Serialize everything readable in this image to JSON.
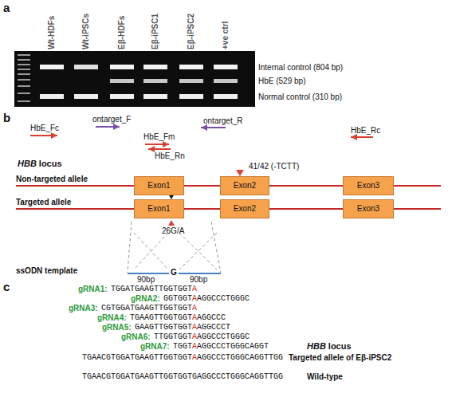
{
  "diagram": {
    "nodes": [
      {
        "text": [
          "Exon1"
        ]
      },
      {
        "text": [
          "Exon2"
        ]
      },
      {
        "text": [
          "Exon3"
        ]
      },
      {
        "text": [
          "Exon1"
        ]
      },
      {
        "text": [
          "Exon2"
        ]
      },
      {
        "text": [
          "Exon3"
        ]
      }
    ],
    "edges": [
      {
        "from": 0,
        "to": 1,
        "arrow": "none"
      },
      {
        "from": 1,
        "to": 2,
        "arrow": "none"
      },
      {
        "from": 3,
        "to": 4,
        "arrow": "none"
      },
      {
        "from": 4,
        "to": 5,
        "arrow": "none"
      }
    ],
    "labels": [
      "a",
      "Wt-HDFs",
      "Wt-iPSCs",
      "Eβ-HDFs",
      "Eβ-iPSC1",
      "Eβ-iPSC2",
      "+ve ctrl",
      "Internal control (804 bp)",
      "HbE (529 bp)",
      "Normal control (310 bp)",
      "b",
      "ontarget_F",
      "ontarget_R",
      "HbE_Fc",
      "HbE_Fm",
      "HbE_Rn",
      "HbE_Rc",
      "HBB",
      "locus",
      "41/42 (-TCTT)",
      "Non-targeted allele",
      "Targeted allele",
      "26G/A",
      "ssODN template",
      "90bp",
      "G",
      "90bp",
      "c",
      "gRNA1:",
      "TGGATGAAGTTGGTGGT",
      "A",
      "gRNA2:",
      "GGTGGT",
      "A",
      "AGGCCCTGGGC",
      "gRNA3:",
      "CGTGGATGAAGTTGGTGGT",
      "A",
      "gRNA4:",
      "TGAAGTTGGTGGT",
      "A",
      "AGGCCC",
      "gRNA5:",
      "GAAGTTGGTGGT",
      "A",
      "AGGCCCT",
      "gRNA6:",
      "TTGGTGGT",
      "A",
      "AGGCCCTGGGC",
      "gRNA7:",
      "TGGT",
      "A",
      "AGGCCCTGGGCAGGT",
      "HBB",
      "locus",
      "TGAACGTGGATGAAGTTGGTGGT",
      "A",
      "AGGCCCTGGGCAGGTTGG",
      "Targeted allele of Eβ-iPSC2",
      "TGAACGTGGATGAAGTTGGTGGTGAGGCCCTGGGCAGGTTGG",
      "Wild-type"
    ]
  }
}
